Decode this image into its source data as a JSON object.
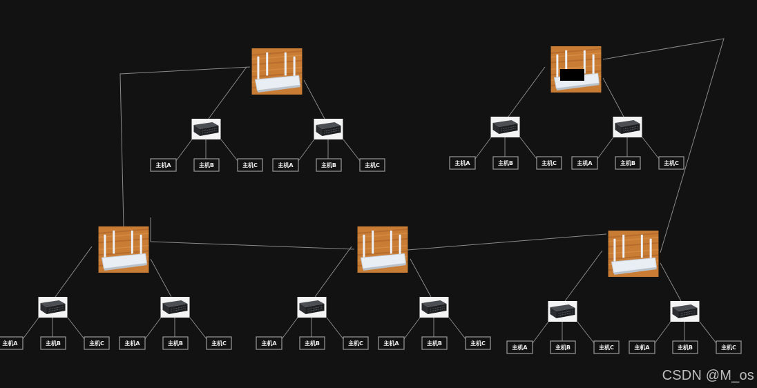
{
  "host_labels": [
    "主机A",
    "主机B",
    "主机C"
  ],
  "watermark": "CSDN @M_os",
  "colors": {
    "background": "#121212",
    "link": "#8a8a8a",
    "wood": "#c97c34",
    "router_body": "#e9eef4",
    "switch_body": "#2a2c2f"
  },
  "icons": [
    "router-icon",
    "switch-icon"
  ]
}
